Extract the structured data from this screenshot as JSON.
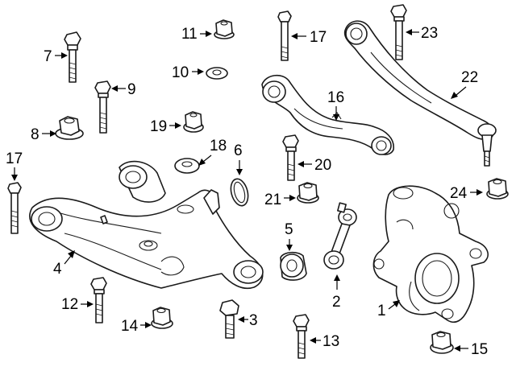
{
  "callouts": {
    "c1": "1",
    "c2": "2",
    "c3": "3",
    "c4": "4",
    "c5": "5",
    "c6": "6",
    "c7": "7",
    "c8": "8",
    "c9": "9",
    "c10": "10",
    "c11": "11",
    "c12": "12",
    "c13": "13",
    "c14": "14",
    "c15": "15",
    "c16": "16",
    "c17a": "17",
    "c17b": "17",
    "c18": "18",
    "c19": "19",
    "c20": "20",
    "c21": "21",
    "c22": "22",
    "c23": "23",
    "c24": "24"
  }
}
